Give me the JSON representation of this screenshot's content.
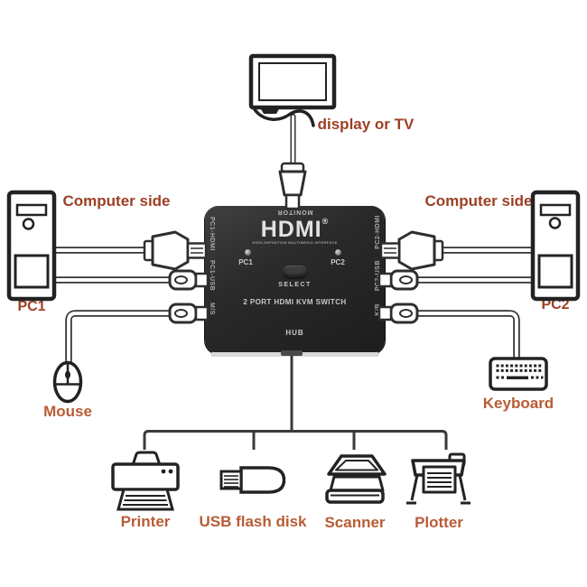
{
  "kvm_box": {
    "brand": "HDMI",
    "brand_mark": "®",
    "brand_subtitle": "HIGH-DEFINITION MULTIMEDIA INTERFACE",
    "model_title": "2 PORT HDMI KVM SWITCH",
    "select_button": "SELECT",
    "led1_label": "PC1",
    "led2_label": "PC2",
    "ports": {
      "monitor": "MONITOR",
      "pc1_hdmi": "PC1-HDMI",
      "pc1_usb": "PC1-USB",
      "mouse": "M/S",
      "pc2_hdmi": "PC2-HDMI",
      "pc2_usb": "PC2-USB",
      "keyboard": "K/B",
      "hub": "HUB"
    }
  },
  "labels": {
    "display": "display or TV",
    "computer_side_left": "Computer side",
    "computer_side_right": "Computer side",
    "pc1": "PC1",
    "pc2": "PC2",
    "mouse": "Mouse",
    "keyboard": "Keyboard",
    "printer": "Printer",
    "usb_flash_disk": "USB flash disk",
    "scanner": "Scanner",
    "plotter": "Plotter"
  },
  "colors": {
    "accent_red": "#9d3f24",
    "accent_orange": "#b85c36",
    "box_background": "#262626",
    "box_text": "#c9c9c9",
    "line_dark": "#333333"
  }
}
